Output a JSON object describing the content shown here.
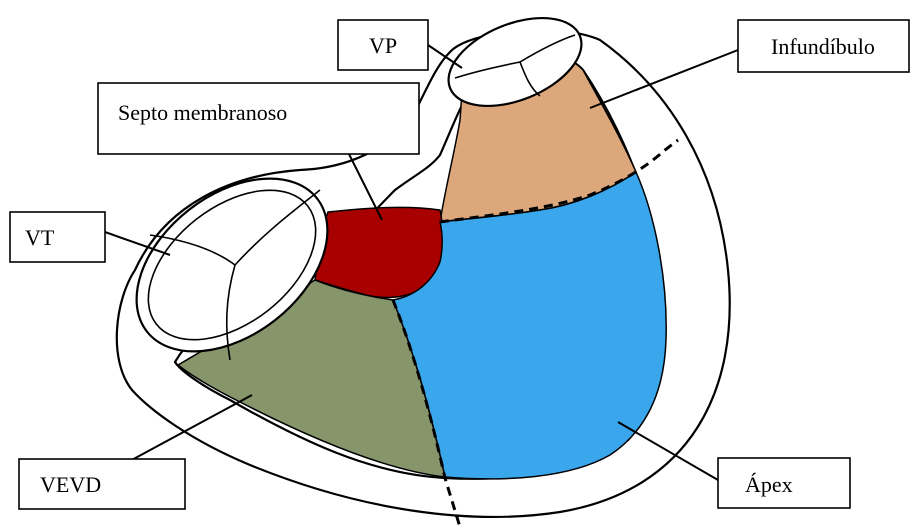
{
  "diagram": {
    "labels": {
      "vp": "VP",
      "infundibulo": "Infundíbulo",
      "septo": "Septo membranoso",
      "vt": "VT",
      "vevd": "VEVD",
      "apex": "Ápex"
    },
    "colors": {
      "infundibulo": "#dca77b",
      "septo": "#a80000",
      "apex": "#3aa6ec",
      "vevd": "#87956a",
      "outline": "#000000",
      "background": "#ffffff"
    }
  }
}
